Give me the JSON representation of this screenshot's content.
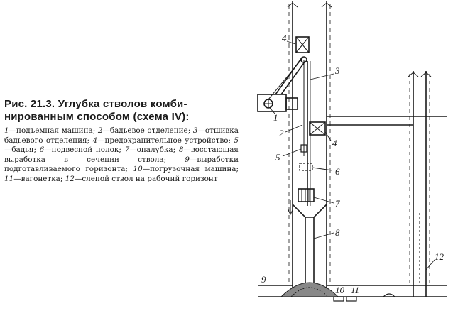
{
  "figure": {
    "title_line1": "Рис. 21.3. Углубка стволов комби-",
    "title_line2": "нированным способом (схема IV):",
    "legend": [
      {
        "num": "1",
        "text": "подъемная машина;"
      },
      {
        "num": "2",
        "text": "бадьевое отделение;"
      },
      {
        "num": "3",
        "text": "отшивка бадьевого отделения;"
      },
      {
        "num": "4",
        "text": "предохранительное устройство;"
      },
      {
        "num": "5",
        "text": "бадья;"
      },
      {
        "num": "6",
        "text": "подвесной полок;"
      },
      {
        "num": "7",
        "text": "опалубка;"
      },
      {
        "num": "8",
        "text": "восстающая выработка в сечении ствола;"
      },
      {
        "num": "9",
        "text": "выработки подготавливаемого горизонта;"
      },
      {
        "num": "10",
        "text": "погрузочная машина;"
      },
      {
        "num": "11",
        "text": "вагонетка;"
      },
      {
        "num": "12",
        "text": "слепой ствол на рабочий горизонт"
      }
    ]
  },
  "diagram": {
    "labels": {
      "n1": "1",
      "n2": "2",
      "n3": "3",
      "n4a": "4",
      "n4b": "4",
      "n5": "5",
      "n6": "6",
      "n7": "7",
      "n8": "8",
      "n9": "9",
      "n10": "10",
      "n11": "11",
      "n12": "12"
    }
  }
}
